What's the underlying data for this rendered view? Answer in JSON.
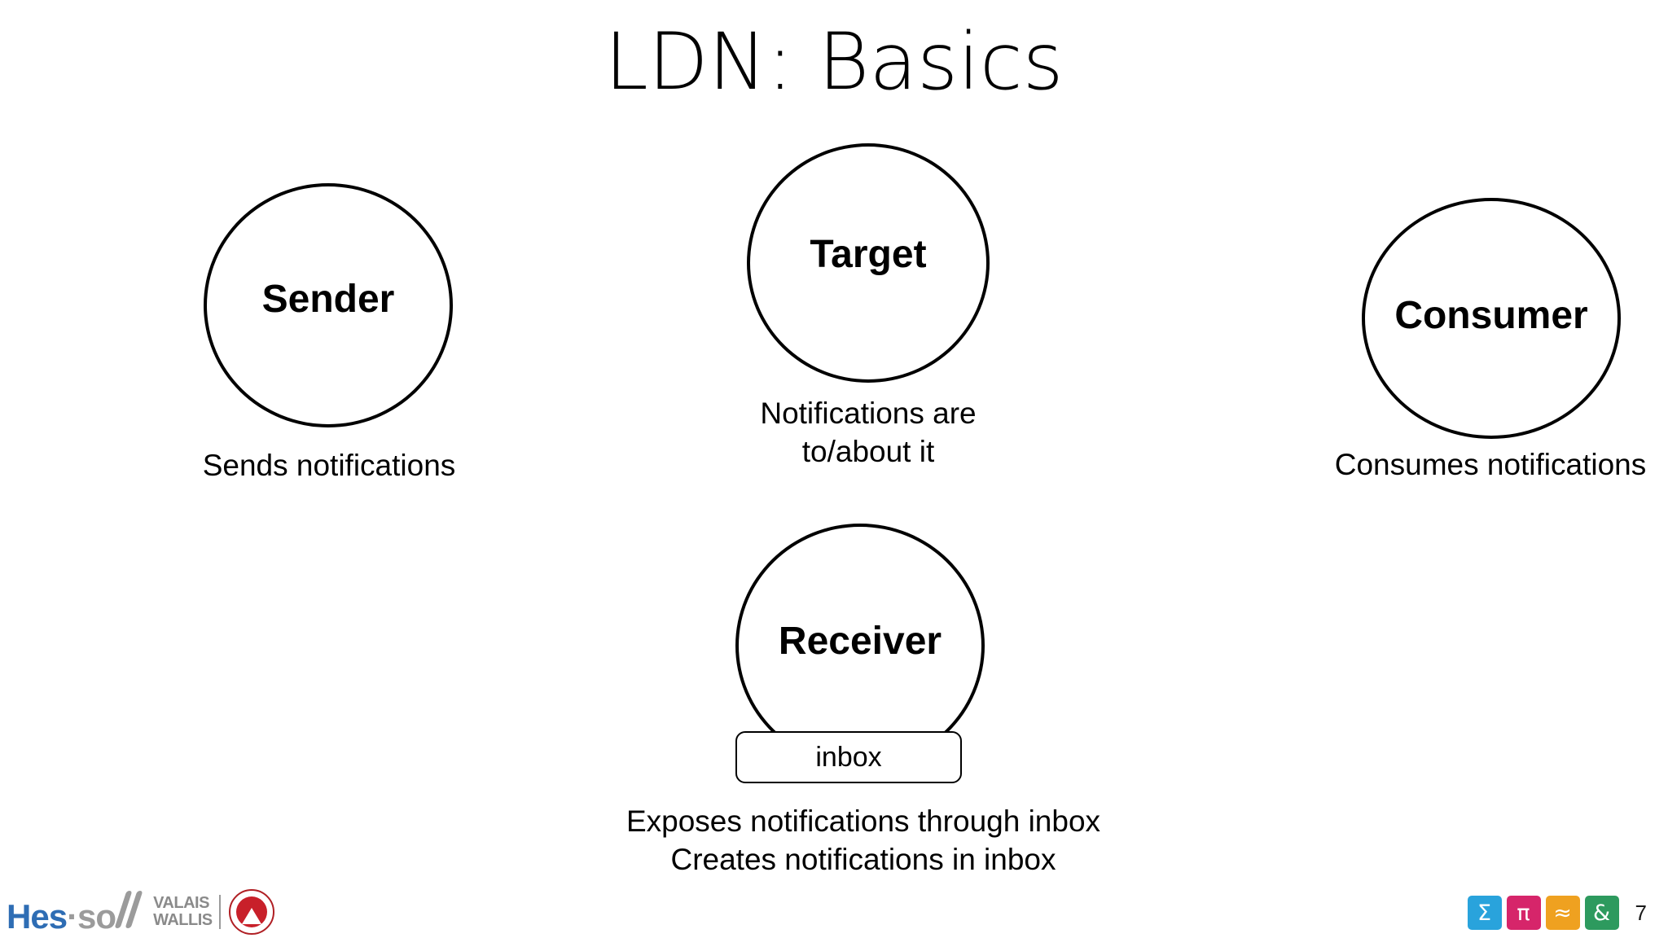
{
  "slide": {
    "title": "LDN: Basics",
    "page_number": "7"
  },
  "nodes": {
    "sender": {
      "label": "Sender",
      "caption": "Sends notifications"
    },
    "target": {
      "label": "Target",
      "caption": "Notifications are\nto/about it",
      "caption_line1": "Notifications are",
      "caption_line2": "to/about it"
    },
    "consumer": {
      "label": "Consumer",
      "caption": "Consumes notifications"
    },
    "receiver": {
      "label": "Receiver",
      "inbox_label": "inbox",
      "caption_line1": "Exposes notifications through inbox",
      "caption_line2": "Creates notifications in inbox"
    }
  },
  "footer": {
    "logo": {
      "hes": "Hes",
      "so": "·so",
      "valais": "VALAIS",
      "wallis": "WALLIS",
      "seal_name": "valais-excellence-seal",
      "hes_color": "#2E6DB4",
      "so_color": "#9B9B9B"
    },
    "icons": [
      {
        "name": "sigma-icon",
        "glyph": "Σ",
        "color": "#29A3DC"
      },
      {
        "name": "pi-icon",
        "glyph": "π",
        "color": "#D6256A"
      },
      {
        "name": "approx-icon",
        "glyph": "≈",
        "color": "#EFA120"
      },
      {
        "name": "ampersand-icon",
        "glyph": "&",
        "color": "#2D9A5E"
      }
    ]
  }
}
